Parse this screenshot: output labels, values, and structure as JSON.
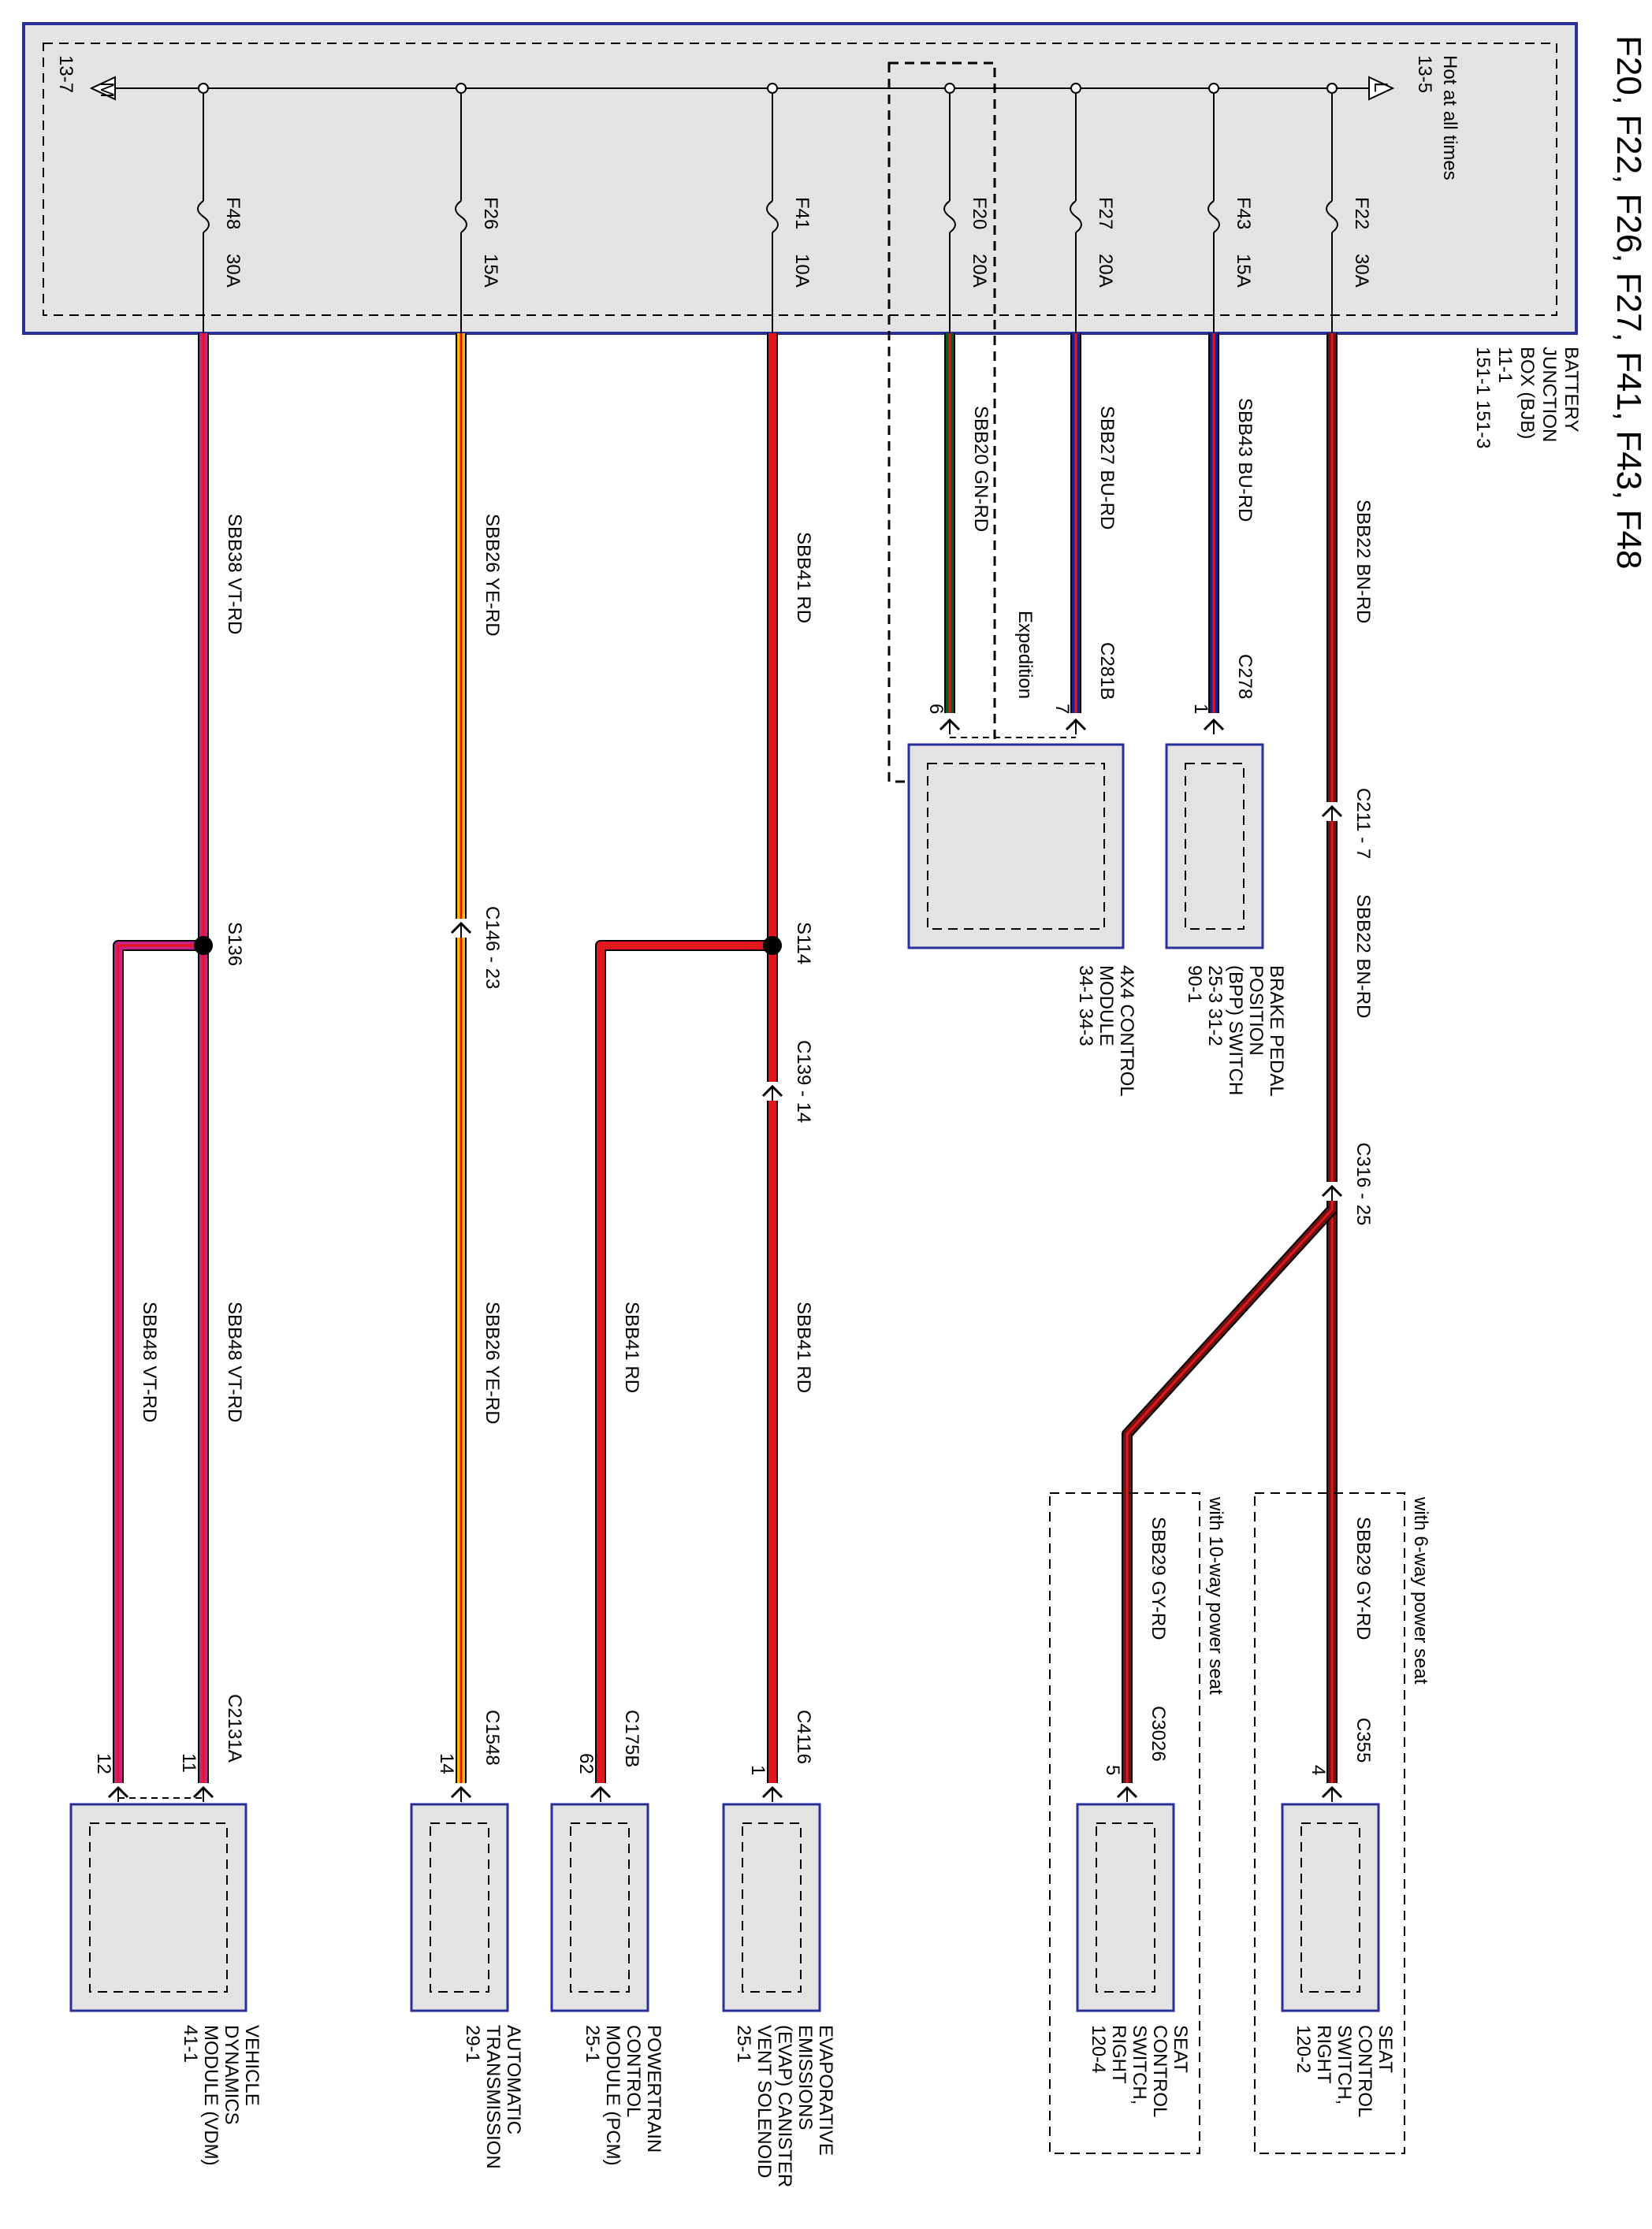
{
  "title": "F20, F22, F26, F27, F41, F43, F48",
  "bjb": {
    "lines": [
      "BATTERY",
      "JUNCTION",
      "BOX (BJB)",
      "11-1",
      "151-1     151-3"
    ],
    "hot_label": "Hot at all times",
    "hot_ref_top": "13-5",
    "hot_ref_bottom": "13-7",
    "tri_top": "L",
    "tri_bottom": "M"
  },
  "colors": {
    "VT": "#cc2288",
    "YE": "#f2c200",
    "RD": "#e2161d",
    "BU": "#1c1f8c",
    "GN": "#0d5a1f",
    "BN": "#6e1212",
    "GY": "#555555",
    "box_fill": "#e3e3e3",
    "box_border": "#2b2f9a"
  },
  "fuses": [
    {
      "name": "F22",
      "amp": "30A",
      "wire": "SBB22",
      "color": "BN-RD"
    },
    {
      "name": "F43",
      "amp": "15A",
      "wire": "SBB43",
      "color": "BU-RD"
    },
    {
      "name": "F27",
      "amp": "20A",
      "wire": "SBB27",
      "color": "BU-RD"
    },
    {
      "name": "F20",
      "amp": "20A",
      "wire": "SBB20",
      "color": "GN-RD"
    },
    {
      "name": "F41",
      "amp": "10A",
      "wire": "SBB41",
      "color": "RD"
    },
    {
      "name": "F26",
      "amp": "15A",
      "wire": "SBB26",
      "color": "YE-RD"
    },
    {
      "name": "F48",
      "amp": "30A",
      "wire": "SBB38",
      "color": "VT-RD"
    }
  ],
  "connectors": {
    "c278": {
      "name": "C278",
      "pin": "1"
    },
    "c281b": {
      "name": "C281B",
      "pin": "7"
    },
    "c281b_pin6": "6",
    "expedition": "Expedition",
    "c211": "C211 - 7",
    "c316": "C316 - 25",
    "c146": "C146 - 23",
    "c139": "C139 - 14",
    "s114": "S114",
    "s136": "S136",
    "c355": {
      "name": "C355",
      "pin": "4"
    },
    "c3026": {
      "name": "C3026",
      "pin": "5"
    },
    "c4116": {
      "name": "C4116",
      "pin": "1"
    },
    "c175b": {
      "name": "C175B",
      "pin": "62"
    },
    "c1548": {
      "name": "C1548",
      "pin": "14"
    },
    "c2131a": {
      "name": "C2131A",
      "pin1": "11",
      "pin2": "12"
    }
  },
  "wires": {
    "sbb22_lower": {
      "code": "SBB22",
      "color": "BN-RD"
    },
    "sbb29_a": {
      "code": "SBB29",
      "color": "GY-RD"
    },
    "sbb29_b": {
      "code": "SBB29",
      "color": "GY-RD"
    },
    "sbb41_a": {
      "code": "SBB41",
      "color": "RD"
    },
    "sbb41_b": {
      "code": "SBB41",
      "color": "RD"
    },
    "sbb26_lower": {
      "code": "SBB26",
      "color": "YE-RD"
    },
    "sbb48_a": {
      "code": "SBB48",
      "color": "VT-RD"
    },
    "sbb48_b": {
      "code": "SBB48",
      "color": "VT-RD"
    }
  },
  "options": {
    "six_way": "with 6-way power seat",
    "ten_way": "with 10-way power seat"
  },
  "components": {
    "bpp": [
      "BRAKE PEDAL",
      "POSITION",
      "(BPP) SWITCH",
      "25-3     31-2",
      "90-1"
    ],
    "fourx4": [
      "4X4 CONTROL",
      "MODULE",
      "34-1     34-3"
    ],
    "seat_6": [
      "SEAT",
      "CONTROL",
      "SWITCH,",
      "RIGHT",
      "120-2"
    ],
    "seat_10": [
      "SEAT",
      "CONTROL",
      "SWITCH,",
      "RIGHT",
      "120-4"
    ],
    "evap": [
      "EVAPORATIVE",
      "EMISSIONS",
      "(EVAP) CANISTER",
      "VENT SOLENOID",
      "25-1"
    ],
    "pcm": [
      "POWERTRAIN",
      "CONTROL",
      "MODULE (PCM)",
      "25-1"
    ],
    "trans": [
      "AUTOMATIC",
      "TRANSMISSION",
      "29-1"
    ],
    "vdm": [
      "VEHICLE",
      "DYNAMICS",
      "MODULE (VDM)",
      "41-1"
    ]
  }
}
